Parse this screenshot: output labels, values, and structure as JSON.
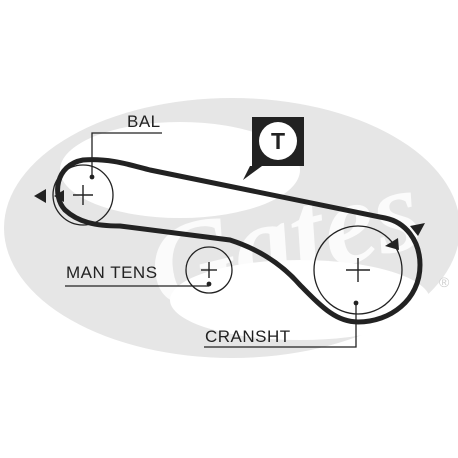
{
  "labels": {
    "balance": "BAL",
    "tensioner": "MAN TENS",
    "crankshaft": "CRANSHT",
    "timing_badge": "T",
    "registered_mark": "®"
  },
  "watermark": {
    "brand_text": "Gates",
    "color": "#e6e6e6"
  },
  "colors": {
    "ink": "#222222",
    "background": "#ffffff",
    "badge_text": "#ffffff"
  },
  "icons": {
    "rotation_arrows": "filled-triangle-arrow-icon",
    "pulley_center": "crosshair-plus-icon",
    "timing_badge": "speech-bubble-icon"
  }
}
